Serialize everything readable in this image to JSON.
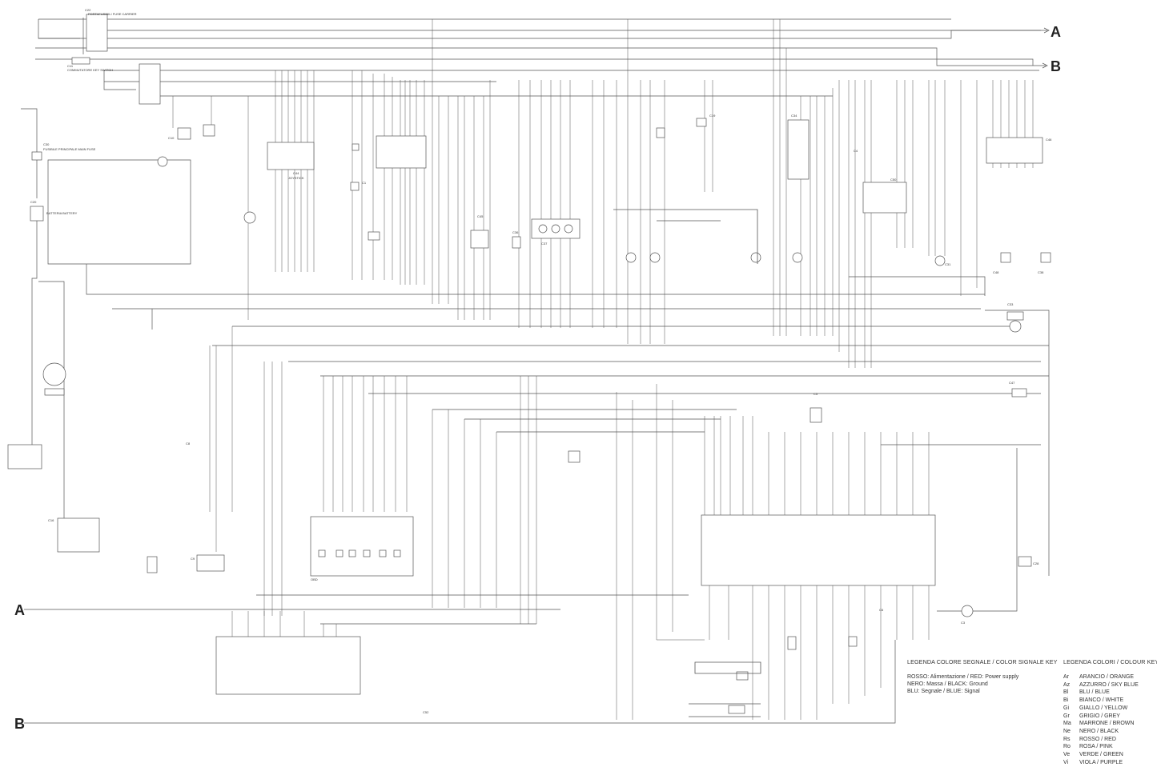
{
  "terminals": {
    "a_right": "A",
    "b_right": "B",
    "a_left": "A",
    "b_left": "B"
  },
  "components": [
    {
      "id": "C22",
      "label": "PORTAFUSIBILI FUSE CARRIER"
    },
    {
      "id": "C11",
      "label": "COMMUTATORE KEY SWITCH"
    },
    {
      "id": "C30",
      "label": "FUSIBILE PRINCIPALE MAIN FUSE"
    },
    {
      "id": "C20",
      "label": "BATTERIA BATTERY"
    },
    {
      "id": "C44",
      "label": "JOYSTICK"
    },
    {
      "id": "C1",
      "label": ""
    },
    {
      "id": "C37",
      "label": ""
    },
    {
      "id": "C10",
      "label": ""
    },
    {
      "id": "C19",
      "label": ""
    },
    {
      "id": "C34",
      "label": ""
    },
    {
      "id": "C50",
      "label": ""
    },
    {
      "id": "C8",
      "label": ""
    },
    {
      "id": "C9",
      "label": ""
    },
    {
      "id": "C5",
      "label": ""
    },
    {
      "id": "C33",
      "label": ""
    },
    {
      "id": "C47",
      "label": ""
    },
    {
      "id": "C4",
      "label": ""
    },
    {
      "id": "C52",
      "label": ""
    },
    {
      "id": "C6",
      "label": ""
    },
    {
      "id": "C46",
      "label": ""
    },
    {
      "id": "C16",
      "label": ""
    },
    {
      "id": "C48",
      "label": ""
    },
    {
      "id": "C38",
      "label": ""
    },
    {
      "id": "C28",
      "label": ""
    },
    {
      "id": "C31",
      "label": ""
    },
    {
      "id": "C3",
      "label": ""
    },
    {
      "id": "C45",
      "label": ""
    },
    {
      "id": "C36",
      "label": ""
    }
  ],
  "obd_label": "OBD",
  "signal_key": {
    "title": "LEGENDA COLORE SEGNALE / COLOR SIGNALE KEY",
    "lines": [
      "ROSSO: Alimentazione / RED: Power supply",
      "NERO: Massa / BLACK: Ground",
      "BLU: Segnale / BLUE: Signal"
    ]
  },
  "colour_key": {
    "title": "LEGENDA COLORI / COLOUR KEY",
    "rows": [
      {
        "code": "Ar",
        "name": "ARANCIO / ORANGE"
      },
      {
        "code": "Az",
        "name": "AZZURRO / SKY BLUE"
      },
      {
        "code": "Bl",
        "name": "BLU / BLUE"
      },
      {
        "code": "Bi",
        "name": "BIANCO / WHITE"
      },
      {
        "code": "Gi",
        "name": "GIALLO / YELLOW"
      },
      {
        "code": "Gr",
        "name": "GRIGIO / GREY"
      },
      {
        "code": "Ma",
        "name": "MARRONE / BROWN"
      },
      {
        "code": "Ne",
        "name": "NERO / BLACK"
      },
      {
        "code": "Rs",
        "name": "ROSSO / RED"
      },
      {
        "code": "Ro",
        "name": "ROSA / PINK"
      },
      {
        "code": "Ve",
        "name": "VERDE / GREEN"
      },
      {
        "code": "Vi",
        "name": "VIOLA / PURPLE"
      }
    ]
  }
}
